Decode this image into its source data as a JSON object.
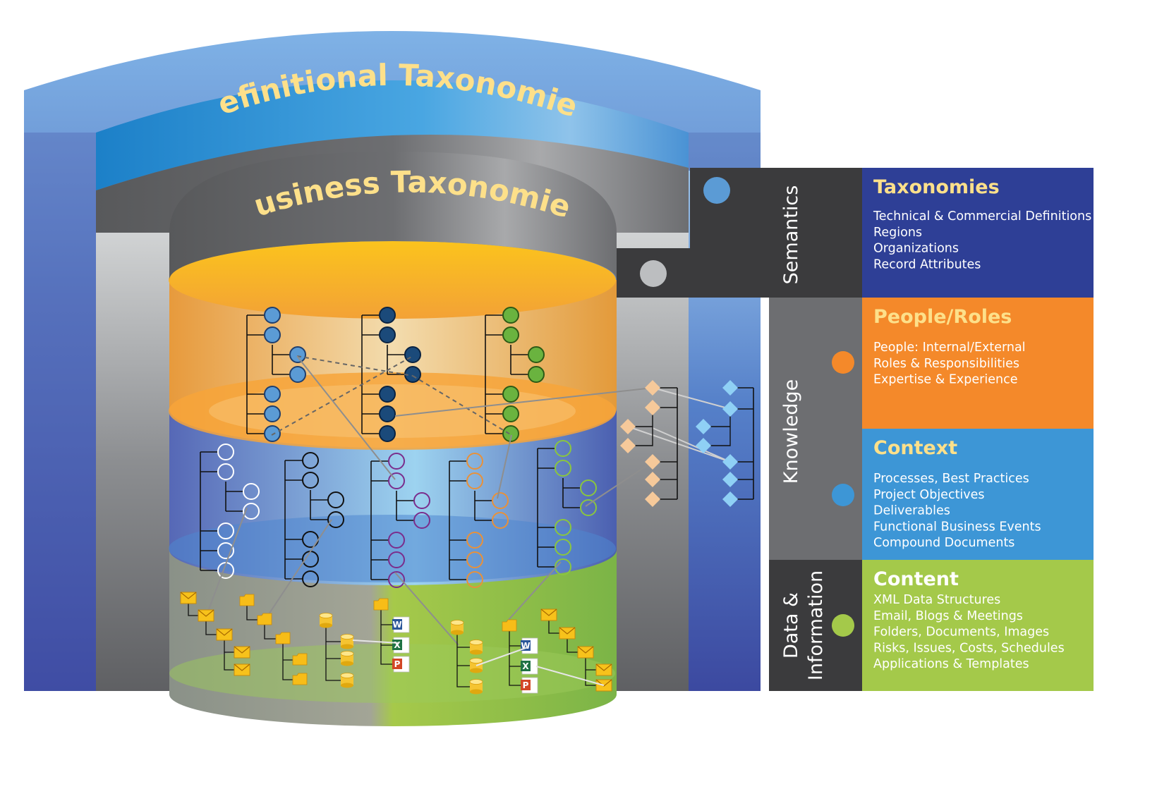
{
  "arch": {
    "outer_label": "Definitional Taxonomies",
    "inner_label": "Business Taxonomies"
  },
  "side_labels": {
    "semantics": "Semantics",
    "knowledge": "Knowledge",
    "data_line1": "Data &",
    "data_line2": "Information"
  },
  "panels": [
    {
      "title": "Taxonomies",
      "title_color": "#fde08a",
      "bg": "#2e3f96",
      "dot": "#5b9bd5",
      "items": [
        "Technical & Commercial Definitions",
        "Regions",
        "Organizations",
        "Record Attributes"
      ]
    },
    {
      "title": "People/Roles",
      "title_color": "#fde08a",
      "bg": "#f4892a",
      "dot": "#f4892a",
      "items": [
        "People: Internal/External",
        "Roles & Responsibilities",
        "Expertise & Experience"
      ]
    },
    {
      "title": "Context",
      "title_color": "#fde08a",
      "bg": "#3d96d6",
      "dot": "#3d96d6",
      "items": [
        "Processes, Best Practices",
        "Project Objectives",
        "Deliverables",
        "Functional Business Events",
        "Compound Documents"
      ]
    },
    {
      "title": "Content",
      "title_color": "#ffffff",
      "bg": "#a4c94a",
      "dot": "#a4c94a",
      "items": [
        "XML Data Structures",
        "Email, Blogs & Meetings",
        "Folders, Documents, Images",
        "Risks, Issues, Costs, Schedules",
        "Applications & Templates"
      ]
    }
  ],
  "colors": {
    "arch_outer": "#3e4fa0",
    "arch_blue": "#3b95d8",
    "gray_band": "#636569",
    "cyl_orange": "#f3a236",
    "cyl_blue": "#4a6bbd",
    "cyl_green": "#8bbd4a",
    "dark_sidebar": "#3b3b3d"
  },
  "icons": {
    "tree_node": "circle-node-icon",
    "diamond_node": "diamond-node-icon",
    "email": "envelope-icon",
    "folder": "folder-icon",
    "database": "database-icon",
    "word": "word-doc-icon",
    "excel": "excel-doc-icon",
    "powerpoint": "powerpoint-doc-icon"
  }
}
